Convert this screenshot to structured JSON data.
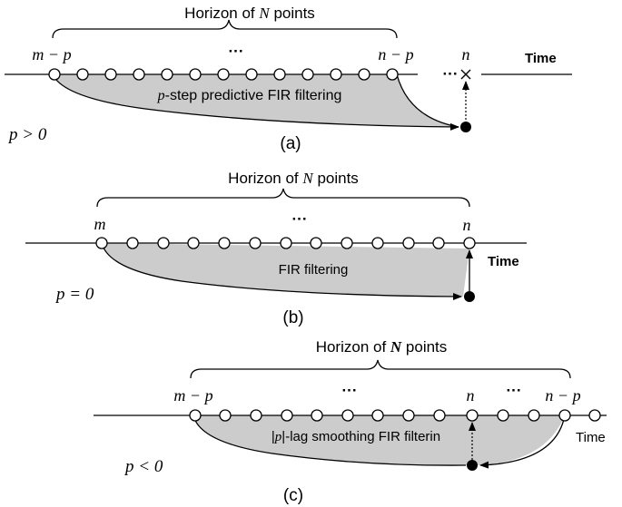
{
  "panel_a": {
    "horizon_prefix": "Horizon of ",
    "horizon_var": "N",
    "horizon_suffix": " points",
    "label_left": "m − p",
    "label_dots_mid": "···",
    "label_right": "n − p",
    "label_dots_right": "···",
    "label_n": "n",
    "time_label": "Time",
    "region_var": "p",
    "region_text": "-step predictive FIR filtering",
    "condition": "p > 0",
    "caption": "(a)"
  },
  "panel_b": {
    "horizon_prefix": "Horizon of ",
    "horizon_var": "N",
    "horizon_suffix": " points",
    "label_left": "m",
    "label_dots_mid": "···",
    "label_n": "n",
    "time_label": "Time",
    "region_text": "FIR filtering",
    "condition": "p = 0",
    "caption": "(b)"
  },
  "panel_c": {
    "horizon_prefix": "Horizon of ",
    "horizon_var": "N",
    "horizon_suffix": " points",
    "label_left": "m − p",
    "label_dots_mid": "···",
    "label_n": "n",
    "label_dots_right": "···",
    "label_right": "n − p",
    "time_label": "Time",
    "region_pre": "|",
    "region_var": "p",
    "region_text": "|-lag smoothing FIR filterin",
    "condition": "p < 0",
    "caption": "(c)"
  }
}
